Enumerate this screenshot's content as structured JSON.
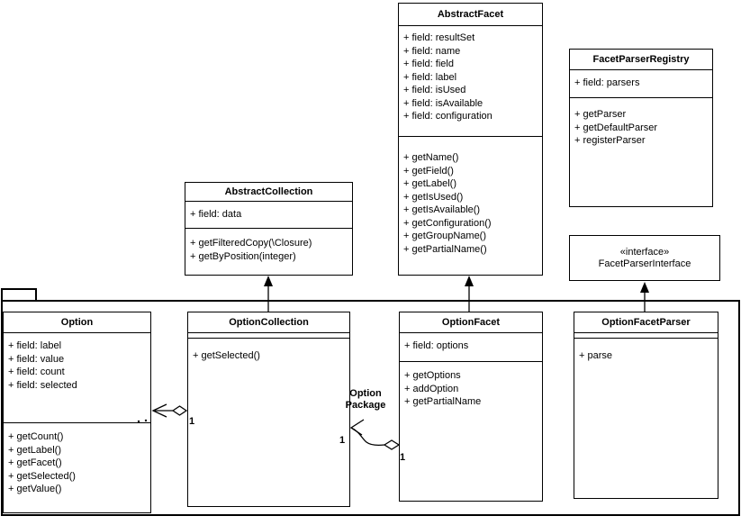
{
  "classes": {
    "abstract_facet": {
      "name": "AbstractFacet",
      "fields": [
        "+ field: resultSet",
        "+ field: name",
        "+ field: field",
        "+ field: label",
        "+ field: isUsed",
        "+ field: isAvailable",
        "+ field: configuration"
      ],
      "methods": [
        "+ getName()",
        "+ getField()",
        "+ getLabel()",
        "+ getIsUsed()",
        "+ getIsAvailable()",
        "+ getConfiguration()",
        "+ getGroupName()",
        "+ getPartialName()"
      ]
    },
    "facet_parser_registry": {
      "name": "FacetParserRegistry",
      "fields": [
        "+ field: parsers"
      ],
      "methods": [
        "+ getParser",
        "+ getDefaultParser",
        "+ registerParser"
      ]
    },
    "abstract_collection": {
      "name": "AbstractCollection",
      "fields": [
        "+ field: data"
      ],
      "methods": [
        "+ getFilteredCopy(\\Closure)",
        "+ getByPosition(integer)"
      ]
    },
    "facet_parser_interface": {
      "stereotype": "«interface»",
      "name": "FacetParserInterface"
    },
    "option": {
      "name": "Option",
      "fields": [
        "+ field: label",
        "+ field: value",
        "+ field: count",
        "+ field: selected"
      ],
      "methods": [
        "+ getCount()",
        "+ getLabel()",
        "+ getFacet()",
        "+ getSelected()",
        "+ getValue()"
      ]
    },
    "option_collection": {
      "name": "OptionCollection",
      "methods": [
        "+ getSelected()"
      ]
    },
    "option_facet": {
      "name": "OptionFacet",
      "fields": [
        "+ field: options"
      ],
      "methods": [
        "+ getOptions",
        "+ addOption",
        "+ getPartialName"
      ]
    },
    "option_facet_parser": {
      "name": "OptionFacetParser",
      "methods": [
        "+ parse"
      ]
    }
  },
  "labels": {
    "package_line1": "Option",
    "package_line2": "Package",
    "mult_option_end": "1",
    "mult_collection_end": "1",
    "mult_facet_end": "1"
  },
  "colors": {
    "line": "#000000",
    "background": "#ffffff",
    "text": "#000000"
  }
}
